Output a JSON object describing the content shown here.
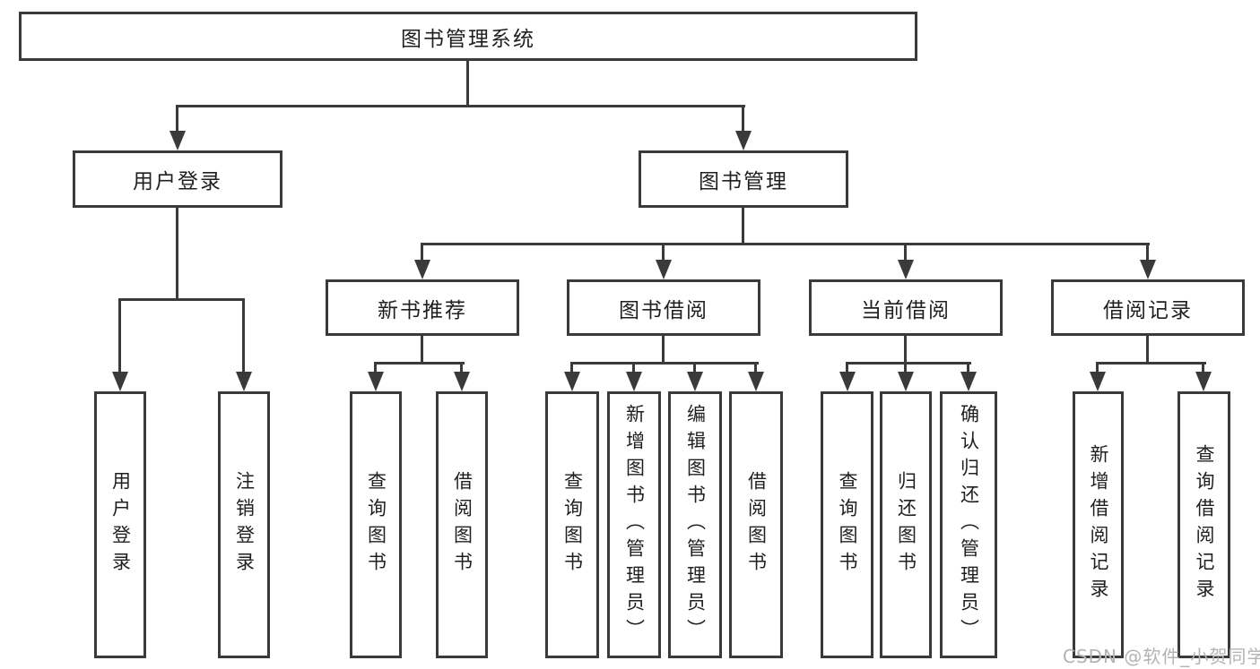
{
  "diagram": {
    "root": {
      "label": "图书管理系统"
    },
    "children": [
      {
        "label": "用户登录",
        "children": [
          {
            "label": "用户登录"
          },
          {
            "label": "注销登录"
          }
        ]
      },
      {
        "label": "图书管理",
        "children": [
          {
            "label": "新书推荐",
            "children": [
              {
                "label": "查询图书"
              },
              {
                "label": "借阅图书"
              }
            ]
          },
          {
            "label": "图书借阅",
            "children": [
              {
                "label": "查询图书"
              },
              {
                "label": "新增图书（管理员）"
              },
              {
                "label": "编辑图书（管理员）"
              },
              {
                "label": "借阅图书"
              }
            ]
          },
          {
            "label": "当前借阅",
            "children": [
              {
                "label": "查询图书"
              },
              {
                "label": "归还图书"
              },
              {
                "label": "确认归还（管理员）"
              }
            ]
          },
          {
            "label": "借阅记录",
            "children": [
              {
                "label": "新增借阅记录"
              },
              {
                "label": "查询借阅记录"
              }
            ]
          }
        ]
      }
    ]
  },
  "watermark": {
    "text": "CSDN @软件_小贺同学"
  },
  "colors": {
    "line": "#3a3a3a",
    "boxbg": "#ffffff",
    "pagebg": "#ffffff",
    "text": "#1f1f1f",
    "watermark": "#b5b2b2"
  }
}
